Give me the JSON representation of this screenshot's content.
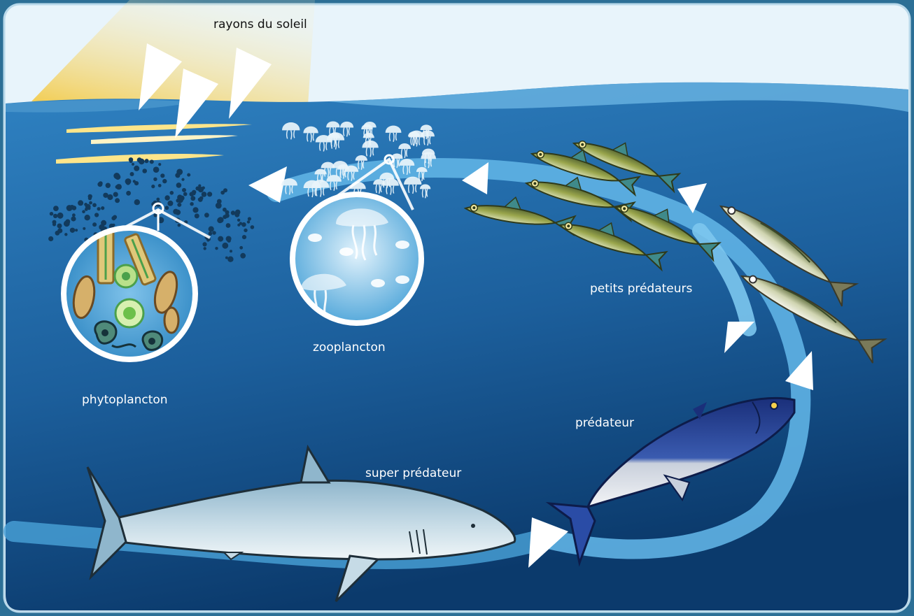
{
  "labels": {
    "sun_rays": "rayons du soleil",
    "phytoplankton": "phytoplancton",
    "zooplankton": "zooplancton",
    "small_predators": "petits prédateurs",
    "predator": "prédateur",
    "super_predator": "super prédateur"
  },
  "colors": {
    "frame": "#2c6f96",
    "sky": "#e8f4fb",
    "sea_top": "#2f7fbf",
    "sea_bottom": "#0d3f73",
    "cycle_arrow": "#5fb3e4",
    "arrowhead": "#ffffff",
    "sun": "#f6d04b"
  }
}
